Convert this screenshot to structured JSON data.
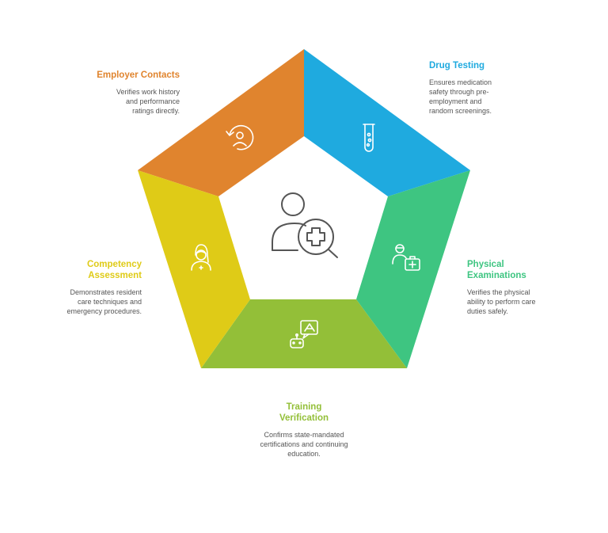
{
  "segments": [
    {
      "id": "employer",
      "title": "Employer Contacts",
      "description": "Verifies work history and performance ratings directly.",
      "color": "#e0842e",
      "icon": "person-history-icon"
    },
    {
      "id": "drug",
      "title": "Drug Testing",
      "description": "Ensures medication safety through pre-employment and random screenings.",
      "color": "#1faadf",
      "icon": "test-tube-icon"
    },
    {
      "id": "physical",
      "title": "Physical Examinations",
      "description": "Verifies the physical ability to perform care duties safely.",
      "color": "#3ec581",
      "icon": "doctor-medkit-icon"
    },
    {
      "id": "training",
      "title": "Training Verification",
      "description": "Confirms state-mandated certifications and continuing education.",
      "color": "#93bf38",
      "icon": "robot-chat-icon"
    },
    {
      "id": "competency",
      "title": "Competency Assessment",
      "description": "Demonstrates resident care techniques and emergency procedures.",
      "color": "#dfcb17",
      "icon": "nurse-icon"
    }
  ],
  "center_icon": "person-medical-search-icon"
}
